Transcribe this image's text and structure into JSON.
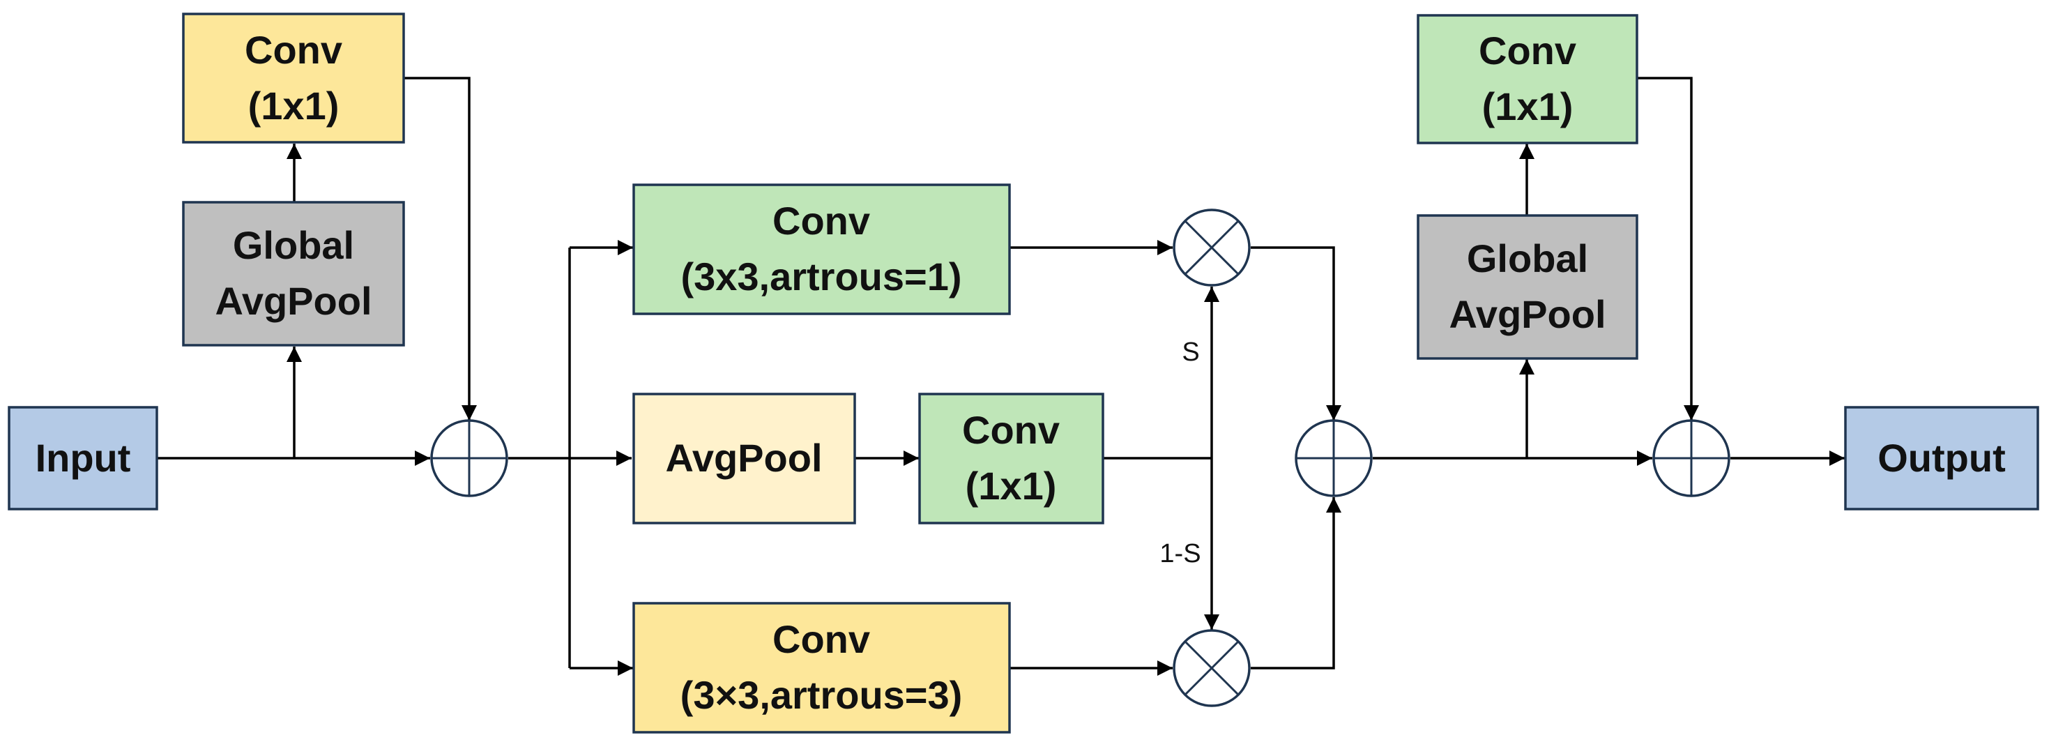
{
  "colors": {
    "blue": "#b4cae6",
    "yellow": "#fde79a",
    "gray": "#bfbfbf",
    "green": "#bfe6b8",
    "cream": "#fff2cc",
    "stroke": "#1f3550"
  },
  "nodes": {
    "input": {
      "lines": [
        "Input"
      ]
    },
    "conv_tl": {
      "lines": [
        "Conv",
        "(1x1)"
      ]
    },
    "gap_left": {
      "lines": [
        "Global",
        "AvgPool"
      ]
    },
    "conv_3x3_a1": {
      "lines": [
        "Conv",
        "(3x3,artrous=1)"
      ]
    },
    "avgpool": {
      "lines": [
        "AvgPool"
      ]
    },
    "conv_mid": {
      "lines": [
        "Conv",
        "(1x1)"
      ]
    },
    "conv_3x3_a3": {
      "lines": [
        "Conv",
        "(3×3,artrous=3)"
      ]
    },
    "gap_right": {
      "lines": [
        "Global",
        "AvgPool"
      ]
    },
    "conv_tr": {
      "lines": [
        "Conv",
        "(1x1)"
      ]
    },
    "output": {
      "lines": [
        "Output"
      ]
    }
  },
  "edge_labels": {
    "s": "S",
    "one_minus_s": "1-S"
  }
}
